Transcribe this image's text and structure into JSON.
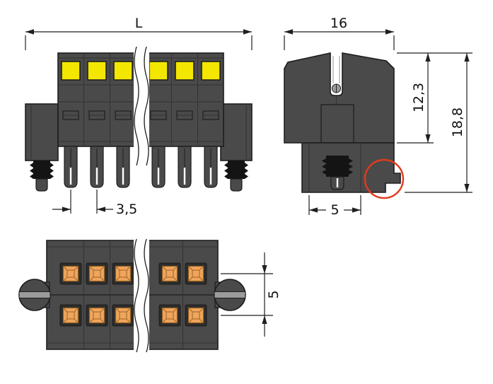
{
  "drawing": {
    "dimensions": {
      "total_length": "L",
      "width": "16",
      "upper_height": "12,3",
      "total_height": "18,8",
      "pole_pitch": "3,5",
      "clamp_unit_width": "5",
      "contact_row_pitch": "5"
    },
    "colors": {
      "background": "#ffffff",
      "body": "#4a4a4a",
      "body_dark": "#2c2c2c",
      "outline": "#1d1d1d",
      "button_yellow": "#f3e600",
      "contact_orange": "#efa55d",
      "contact_orange_dark": "#9c6423",
      "stud_black": "#141414",
      "screw_gray": "#9b9b9b",
      "dimension": "#1f1f1f",
      "highlight_red": "#e23a1e"
    }
  }
}
